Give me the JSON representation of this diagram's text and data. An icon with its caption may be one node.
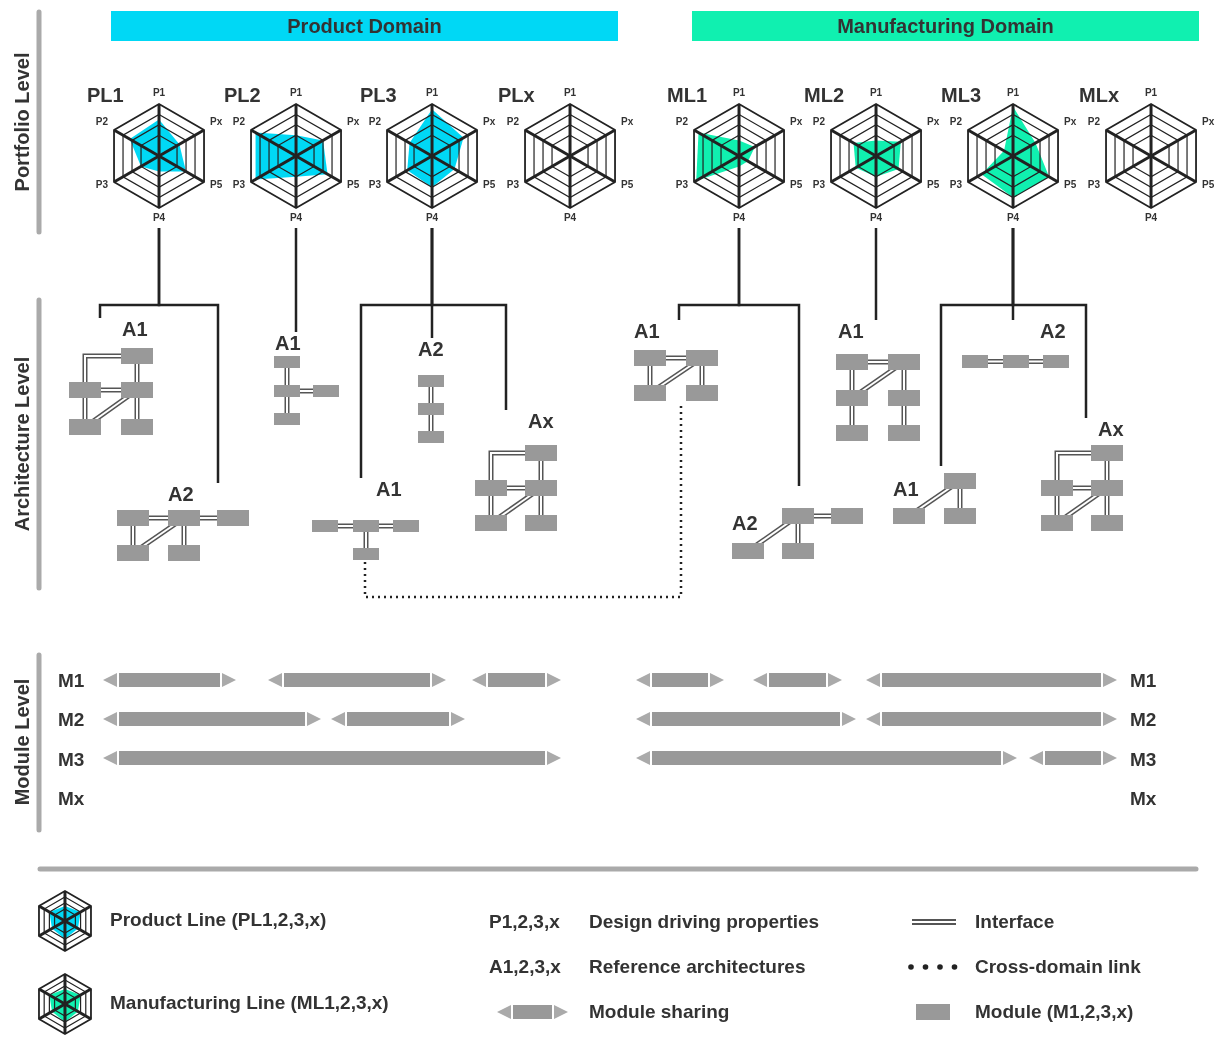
{
  "diagram": {
    "nodes": [
      {
        "text": [
          "Product Domain"
        ]
      },
      {
        "text": [
          "Manufacturing Domain"
        ]
      },
      {
        "text": [
          "PL1"
        ],
        "beside": [
          "P1",
          "P2",
          "Px",
          "P3",
          "P5",
          "P4"
        ]
      },
      {
        "text": [
          "PL2"
        ],
        "beside": [
          "P1",
          "P2",
          "Px",
          "P3",
          "P5",
          "P4"
        ]
      },
      {
        "text": [
          "PL3"
        ],
        "beside": [
          "P1",
          "P2",
          "Px",
          "P3",
          "P5",
          "P4"
        ]
      },
      {
        "text": [
          "PLx"
        ],
        "beside": [
          "P1",
          "P2",
          "Px",
          "P3",
          "P5",
          "P4"
        ]
      },
      {
        "text": [
          "ML1"
        ],
        "beside": [
          "P1",
          "P2",
          "Px",
          "P3",
          "P5",
          "P4"
        ]
      },
      {
        "text": [
          "ML2"
        ],
        "beside": [
          "P1",
          "P2",
          "Px",
          "P3",
          "P5",
          "P4"
        ]
      },
      {
        "text": [
          "ML3"
        ],
        "beside": [
          "P1",
          "P2",
          "Px",
          "P3",
          "P5",
          "P4"
        ]
      },
      {
        "text": [
          "MLx"
        ],
        "beside": [
          "P1",
          "P2",
          "Px",
          "P3",
          "P5",
          "P4"
        ]
      },
      {
        "text": [
          "A1"
        ]
      },
      {
        "text": [
          "A2"
        ]
      },
      {
        "text": [
          "A1"
        ]
      },
      {
        "text": [
          "A2"
        ]
      },
      {
        "text": [
          "Ax"
        ]
      },
      {
        "text": [
          "A1"
        ]
      },
      {
        "text": [
          "A1"
        ]
      },
      {
        "text": [
          "A2"
        ]
      },
      {
        "text": [
          "A1"
        ]
      },
      {
        "text": [
          "A2"
        ]
      },
      {
        "text": [
          "A1"
        ]
      },
      {
        "text": [
          "Ax"
        ]
      }
    ],
    "edges": [
      {
        "from": 2,
        "to": 10,
        "arrow": "none"
      },
      {
        "from": 2,
        "to": 11,
        "arrow": "none"
      },
      {
        "from": 3,
        "to": 12,
        "arrow": "none"
      },
      {
        "from": 4,
        "to": 15,
        "arrow": "none"
      },
      {
        "from": 4,
        "to": 13,
        "arrow": "none"
      },
      {
        "from": 4,
        "to": 14,
        "arrow": "none"
      },
      {
        "from": 6,
        "to": 16,
        "arrow": "none"
      },
      {
        "from": 6,
        "to": 17,
        "arrow": "none"
      },
      {
        "from": 7,
        "to": 18,
        "arrow": "none"
      },
      {
        "from": 8,
        "to": 20,
        "arrow": "none"
      },
      {
        "from": 8,
        "to": 19,
        "arrow": "none"
      },
      {
        "from": 8,
        "to": 21,
        "arrow": "none"
      },
      {
        "from": 15,
        "to": 16,
        "arrow": "none",
        "style": "dashed"
      }
    ],
    "labels": [
      "Portfolio Level",
      "Architecture Level",
      "Module Level",
      "M1",
      "M1",
      "M2",
      "M2",
      "M3",
      "M3",
      "Mx",
      "Mx",
      "P1,2,3,x",
      "A1,2,3,x"
    ],
    "legend": [
      {
        "text": "Product Line (PL1,2,3,x)"
      },
      {
        "text": "Design driving properties"
      },
      {
        "text": "Interface"
      },
      {
        "text": "Reference architectures"
      },
      {
        "text": "Cross-domain link"
      },
      {
        "text": "Manufacturing Line (ML1,2,3,x)"
      },
      {
        "text": "Module sharing"
      },
      {
        "text": "Module (M1,2,3,x)",
        "color": "#999999"
      }
    ]
  }
}
